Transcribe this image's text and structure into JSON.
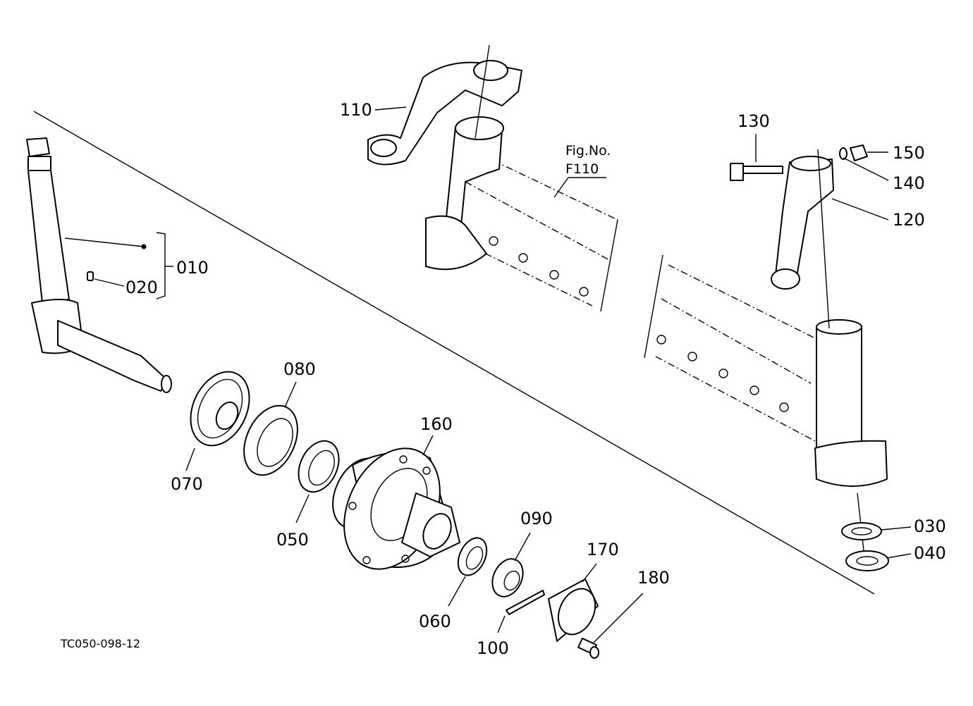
{
  "diagram": {
    "drawing_code": "TC050-098-12",
    "figure_reference": {
      "line1": "Fig.No.",
      "line2": "F110"
    },
    "part_labels": {
      "p010": "010",
      "p020": "020",
      "p030": "030",
      "p040": "040",
      "p050": "050",
      "p060": "060",
      "p070": "070",
      "p080": "080",
      "p090": "090",
      "p100": "100",
      "p110": "110",
      "p120": "120",
      "p130": "130",
      "p140": "140",
      "p150": "150",
      "p160": "160",
      "p170": "170",
      "p180": "180"
    }
  }
}
